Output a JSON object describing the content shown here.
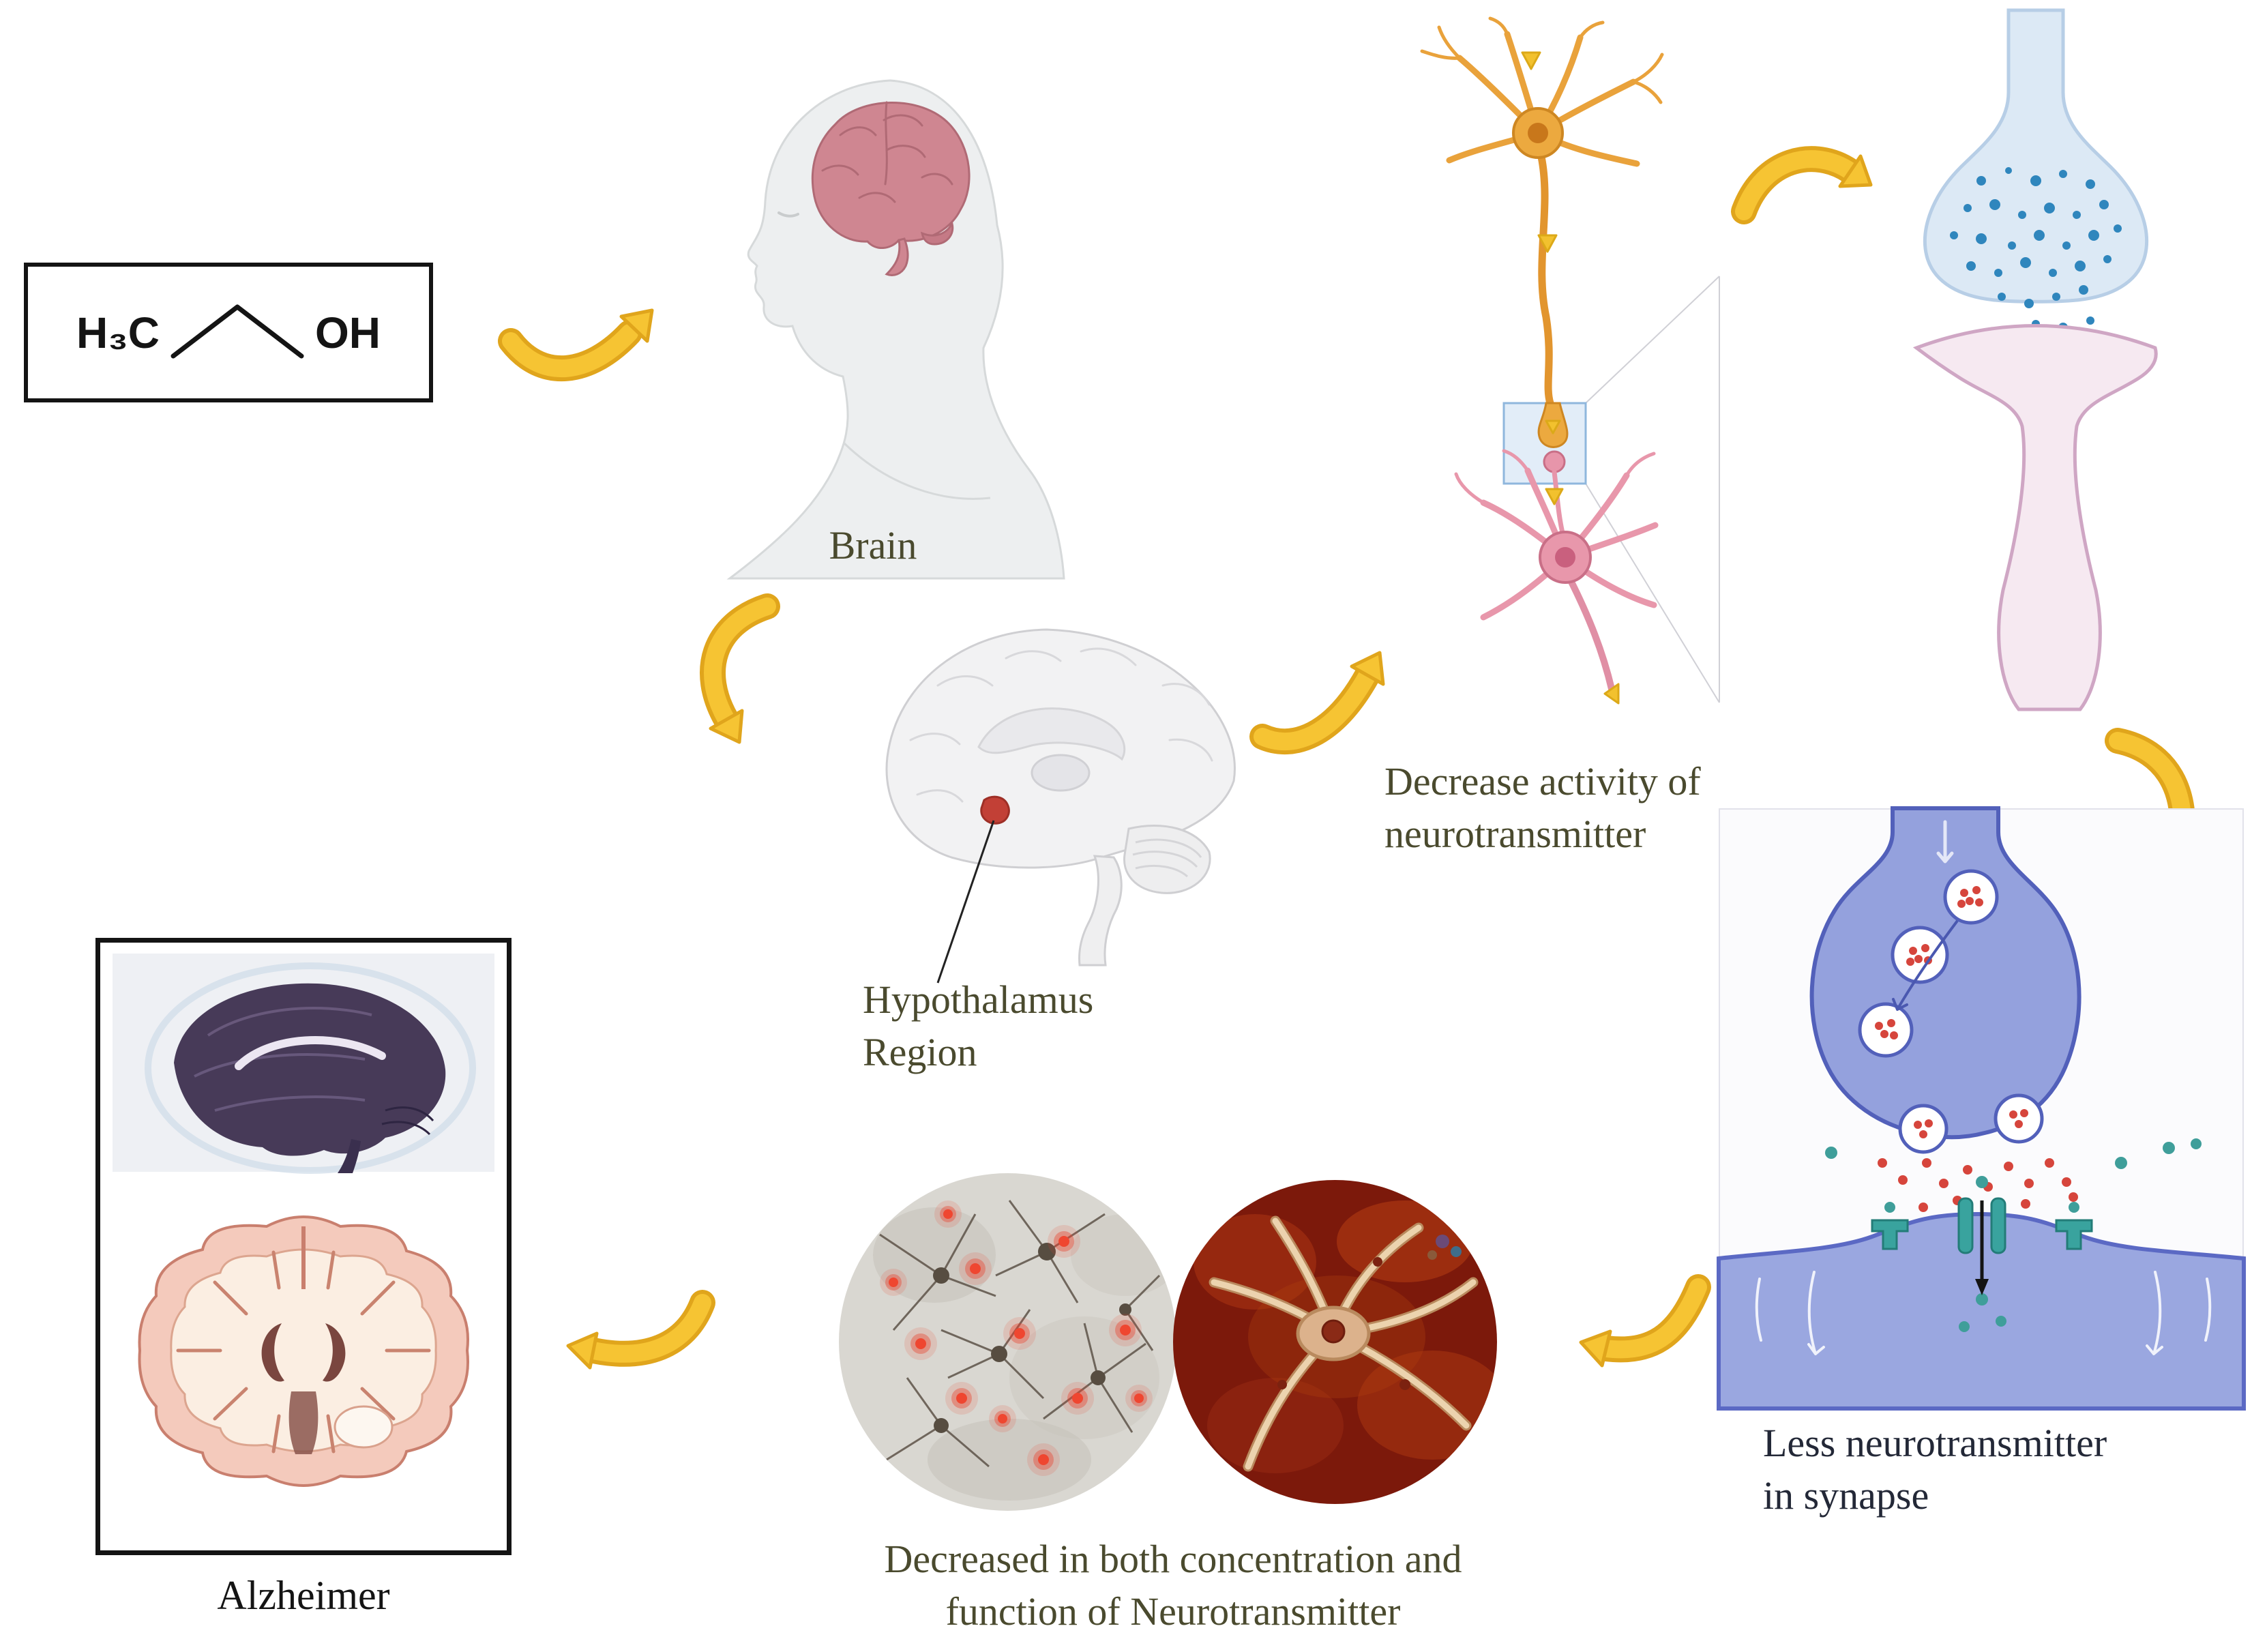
{
  "figure": {
    "arrow_color": "#F6C433",
    "arrow_dark_color": "#E0A51C",
    "ethanol": {
      "left": "H₃C",
      "right": "OH"
    },
    "labels": {
      "brain": "Brain",
      "hypothalamus_line1": "Hypothalamus",
      "hypothalamus_line2": "Region",
      "activity_line1": "Decrease activity of",
      "activity_line2": "neurotransmitter",
      "less_line1": "Less neurotransmitter",
      "less_line2": "in synapse",
      "decreased_line1": "Decreased in both concentration and",
      "decreased_line2": "function of Neurotransmitter",
      "alzheimer": "Alzheimer"
    }
  }
}
